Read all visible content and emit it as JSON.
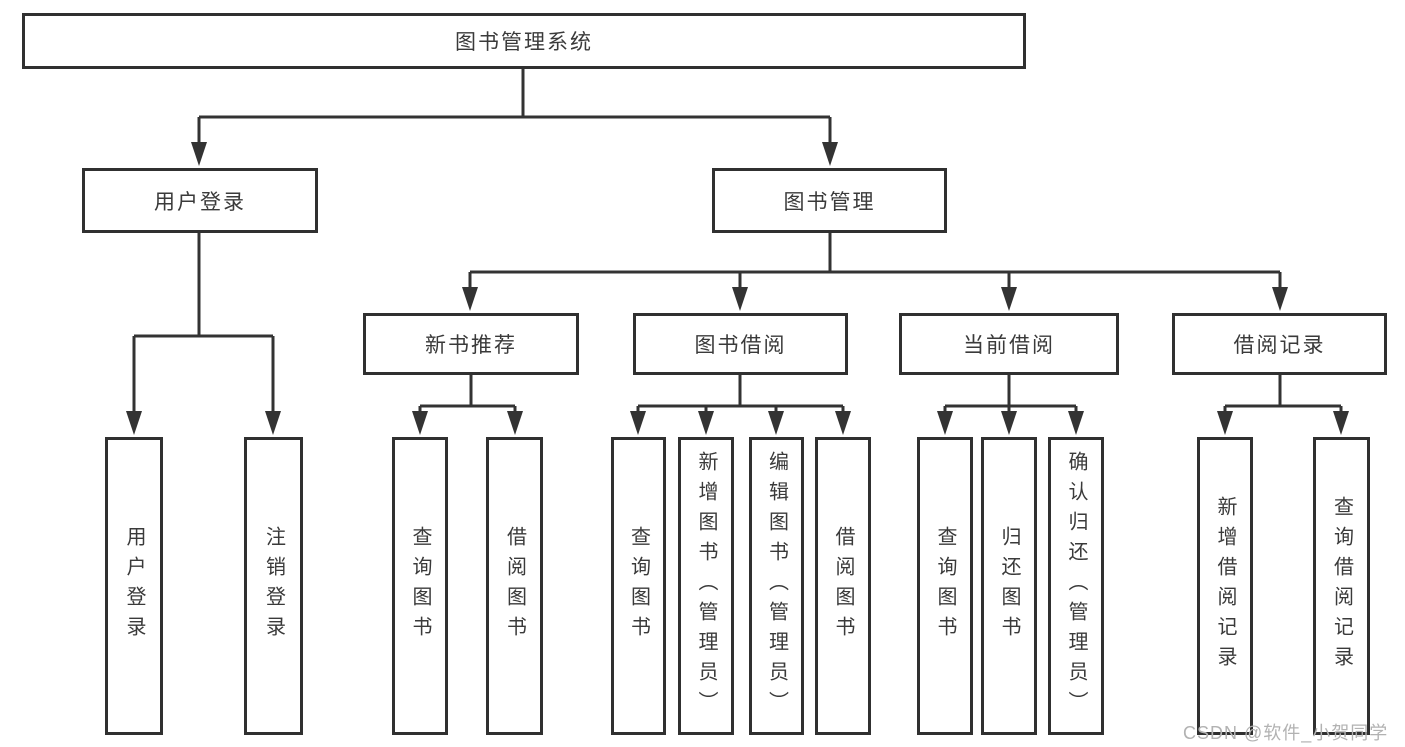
{
  "diagram": {
    "title": "图书管理系统",
    "nodes": {
      "root": {
        "label": "图书管理系统"
      },
      "user_login": {
        "label": "用户登录"
      },
      "book_mgmt": {
        "label": "图书管理"
      },
      "new_book_rec": {
        "label": "新书推荐"
      },
      "book_borrow": {
        "label": "图书借阅"
      },
      "current_borrow": {
        "label": "当前借阅"
      },
      "borrow_records": {
        "label": "借阅记录"
      },
      "leaf_user_login": {
        "label": "用户登录"
      },
      "leaf_logout": {
        "label": "注销登录"
      },
      "leaf_nbr_query": {
        "label": "查询图书"
      },
      "leaf_nbr_borrow": {
        "label": "借阅图书"
      },
      "leaf_bb_query": {
        "label": "查询图书"
      },
      "leaf_bb_add": {
        "label": "新增图书（管理员）"
      },
      "leaf_bb_edit": {
        "label": "编辑图书（管理员）"
      },
      "leaf_bb_borrow": {
        "label": "借阅图书"
      },
      "leaf_cb_query": {
        "label": "查询图书"
      },
      "leaf_cb_return": {
        "label": "归还图书"
      },
      "leaf_cb_confirm": {
        "label": "确认归还（管理员）"
      },
      "leaf_br_add": {
        "label": "新增借阅记录"
      },
      "leaf_br_query": {
        "label": "查询借阅记录"
      }
    },
    "watermark": "CSDN @软件_小贺同学",
    "colors": {
      "line": "#333333",
      "box_border": "#303030",
      "text": "#3a3a3a",
      "watermark": "#b2b2b2",
      "background": "#ffffff"
    }
  }
}
